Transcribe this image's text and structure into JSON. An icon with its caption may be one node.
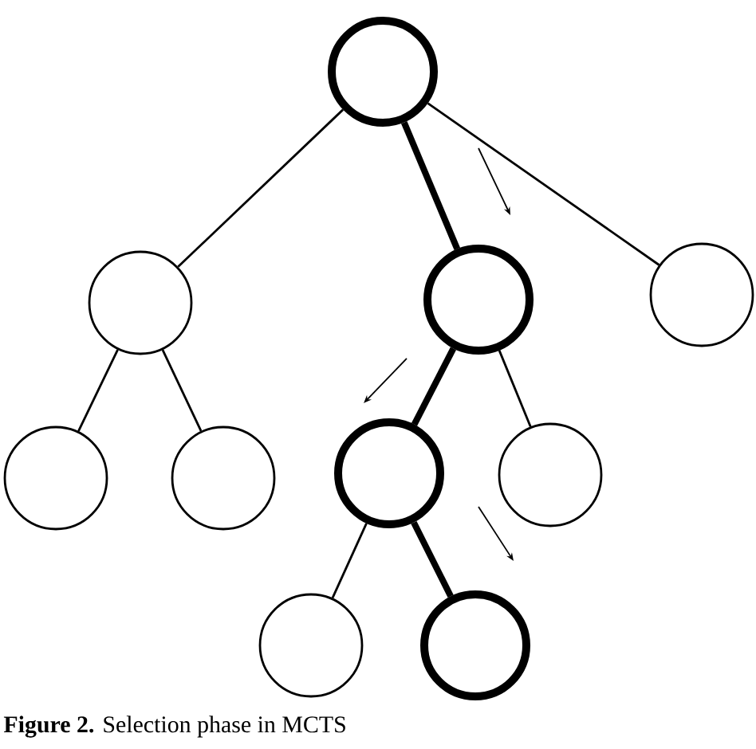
{
  "diagram": {
    "caption": "**Figure 2.** Selection phase in MCTS",
    "nodes": [
      {
        "text": [],
        "shape": "circle"
      },
      {
        "text": [],
        "shape": "circle"
      },
      {
        "text": [],
        "shape": "circle"
      },
      {
        "text": [],
        "shape": "circle"
      },
      {
        "text": [],
        "shape": "circle"
      },
      {
        "text": [],
        "shape": "circle"
      },
      {
        "text": [],
        "shape": "circle"
      },
      {
        "text": [],
        "shape": "circle"
      },
      {
        "text": [],
        "shape": "circle"
      },
      {
        "text": [],
        "shape": "circle"
      }
    ],
    "edges": [
      {
        "from": 0,
        "to": 1,
        "arrow": "none"
      },
      {
        "from": 0,
        "to": 2,
        "arrow": "none",
        "style": "thick"
      },
      {
        "from": 0,
        "to": 3,
        "arrow": "none"
      },
      {
        "from": 1,
        "to": 4,
        "arrow": "none"
      },
      {
        "from": 1,
        "to": 5,
        "arrow": "none"
      },
      {
        "from": 2,
        "to": 6,
        "arrow": "none",
        "style": "thick"
      },
      {
        "from": 2,
        "to": 7,
        "arrow": "none"
      },
      {
        "from": 6,
        "to": 8,
        "arrow": "none"
      },
      {
        "from": 6,
        "to": 9,
        "arrow": "none",
        "style": "thick"
      }
    ]
  }
}
